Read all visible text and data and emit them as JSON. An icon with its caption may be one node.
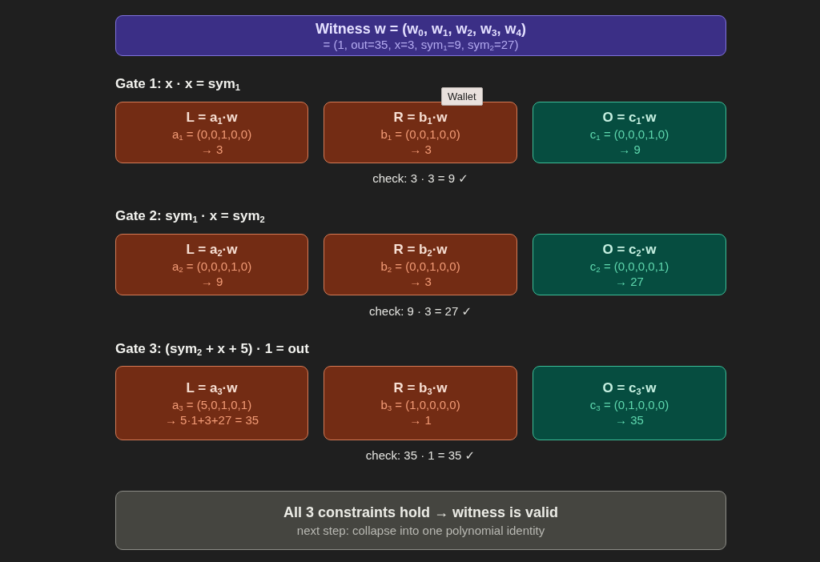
{
  "diagram": {
    "nodes": [
      {
        "text": [
          "Witness w = (w$_{0}$, w$_{1}$, w$_{2}$, w$_{3}$, w$_{4}$)",
          "= (1, out=35, x=3, sym$_{1}$=9, sym$_{2}$=27)"
        ]
      },
      {
        "text": [
          "L = a$_{1}$·w",
          "a$_{1}$ = (0,0,1,0,0)",
          "→ 3"
        ]
      },
      {
        "text": [
          "R = b$_{1}$·w",
          "b$_{1}$ = (0,0,1,0,0)",
          "→ 3"
        ]
      },
      {
        "text": [
          "O = c$_{1}$·w",
          "c$_{1}$ = (0,0,0,1,0)",
          "→ 9"
        ]
      },
      {
        "text": [
          "L = a$_{2}$·w",
          "a$_{2}$ = (0,0,0,1,0)",
          "→ 9"
        ]
      },
      {
        "text": [
          "R = b$_{2}$·w",
          "b$_{2}$ = (0,0,1,0,0)",
          "→ 3"
        ]
      },
      {
        "text": [
          "O = c$_{2}$·w",
          "c$_{2}$ = (0,0,0,0,1)",
          "→ 27"
        ]
      },
      {
        "text": [
          "L = a$_{3}$·w",
          "a$_{3}$ = (5,0,1,0,1)",
          "→ 5·1+3+27 = 35"
        ]
      },
      {
        "text": [
          "R = b$_{3}$·w",
          "b$_{3}$ = (1,0,0,0,0)",
          "→ 1"
        ]
      },
      {
        "text": [
          "O = c$_{3}$·w",
          "c$_{3}$ = (0,1,0,0,0)",
          "→ 35"
        ]
      },
      {
        "text": [
          "All 3 constraints hold → witness is valid",
          "next step: collapse into one polynomial identity"
        ]
      }
    ],
    "edges": [],
    "labels": [
      "Gate 1: x · x = sym$_{1}$",
      "Wallet",
      "check: 3 · 3 = 9 ✓",
      "Gate 2: sym$_{1}$ · x = sym$_{2}$",
      "check: 9 · 3 = 27 ✓",
      "Gate 3: (sym$_{2}$ + x + 5) · 1 = out",
      "check: 35 · 1 = 35 ✓"
    ]
  }
}
